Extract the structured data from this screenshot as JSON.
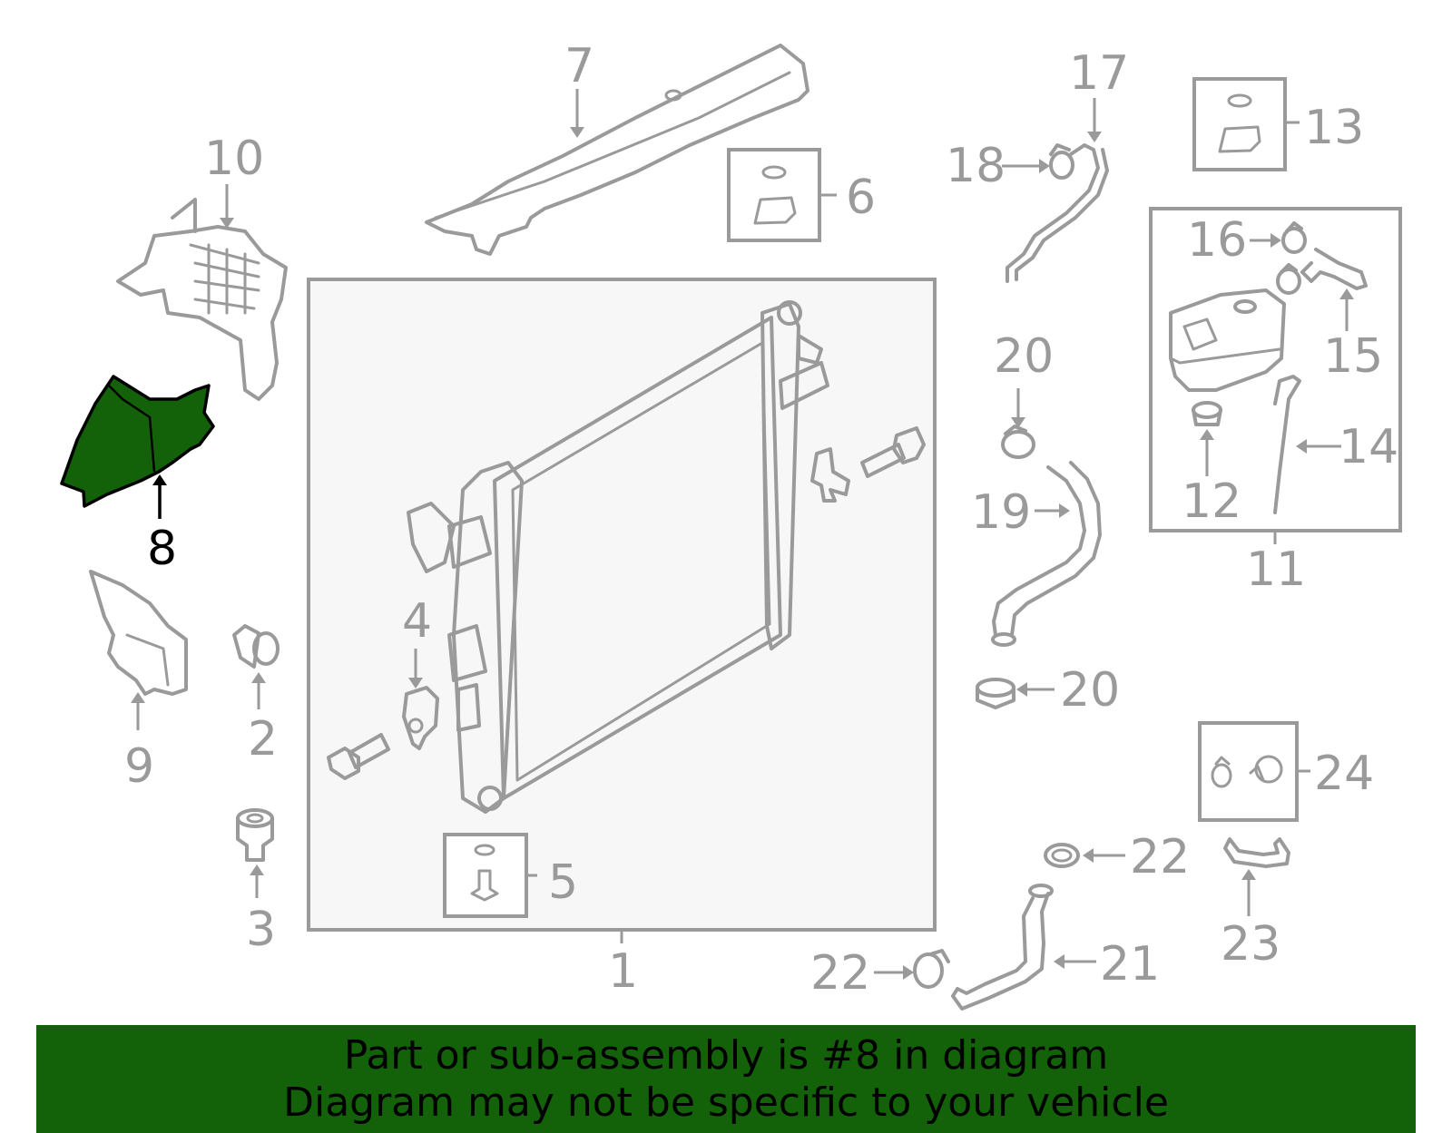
{
  "highlight": {
    "part_number": "8",
    "color": "#136109",
    "outline_color": "#000000"
  },
  "colors": {
    "line": "#9a9a9a",
    "panel": "#f7f7f7",
    "banner": "#136109"
  },
  "callouts": {
    "c1": "1",
    "c2": "2",
    "c3": "3",
    "c4": "4",
    "c5": "5",
    "c6": "6",
    "c7": "7",
    "c8": "8",
    "c9": "9",
    "c10": "10",
    "c11": "11",
    "c12": "12",
    "c13": "13",
    "c14": "14",
    "c15": "15",
    "c16": "16",
    "c17": "17",
    "c18": "18",
    "c19": "19",
    "c20a": "20",
    "c20b": "20",
    "c21": "21",
    "c22a": "22",
    "c22b": "22",
    "c23": "23",
    "c24": "24"
  },
  "banner": {
    "line1": "Part or sub-assembly is #8 in diagram",
    "line2": "Diagram may not be specific to your vehicle"
  }
}
